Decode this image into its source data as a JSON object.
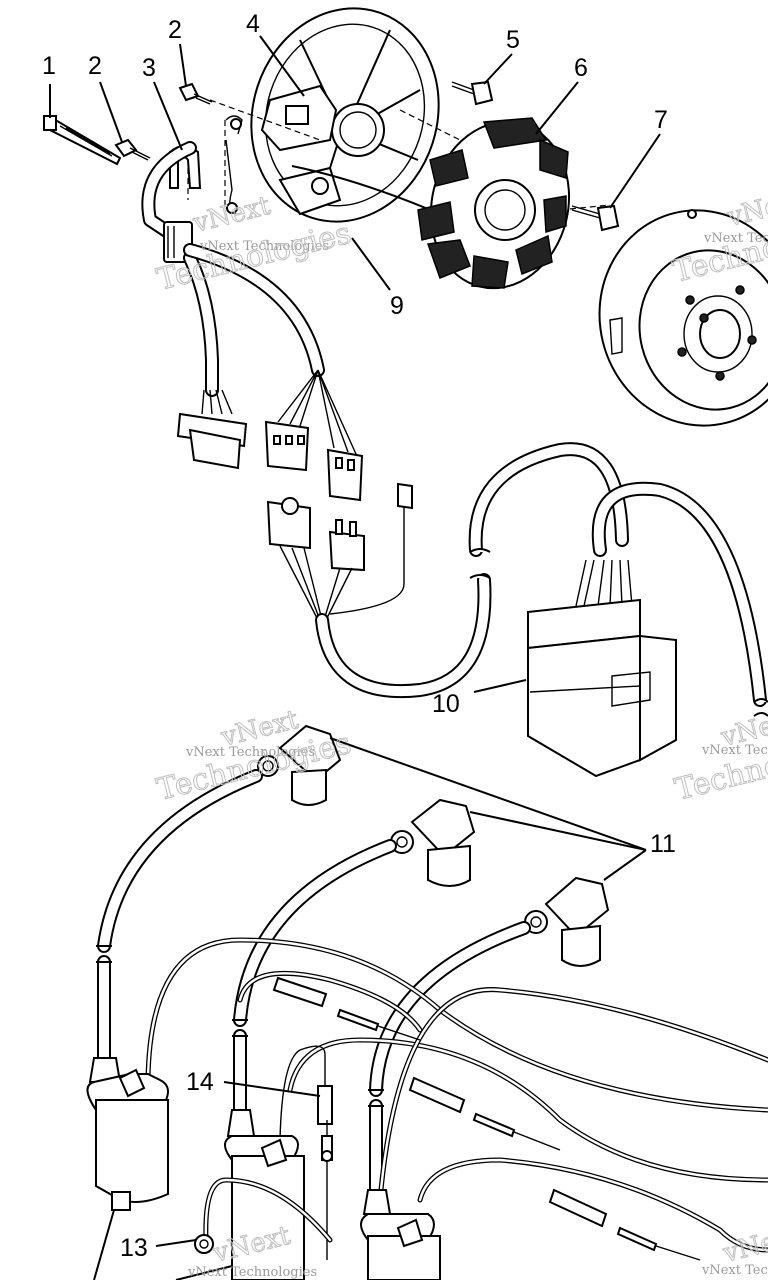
{
  "callouts": {
    "c1": "1",
    "c2a": "2",
    "c2b": "2",
    "c3": "3",
    "c4": "4",
    "c5": "5",
    "c6": "6",
    "c7": "7",
    "c9": "9",
    "c10": "10",
    "c11": "11",
    "c13": "13",
    "c14": "14"
  },
  "watermark": {
    "line1": "vNext",
    "line2": "vNext Technologies",
    "line3": "Technologies"
  }
}
